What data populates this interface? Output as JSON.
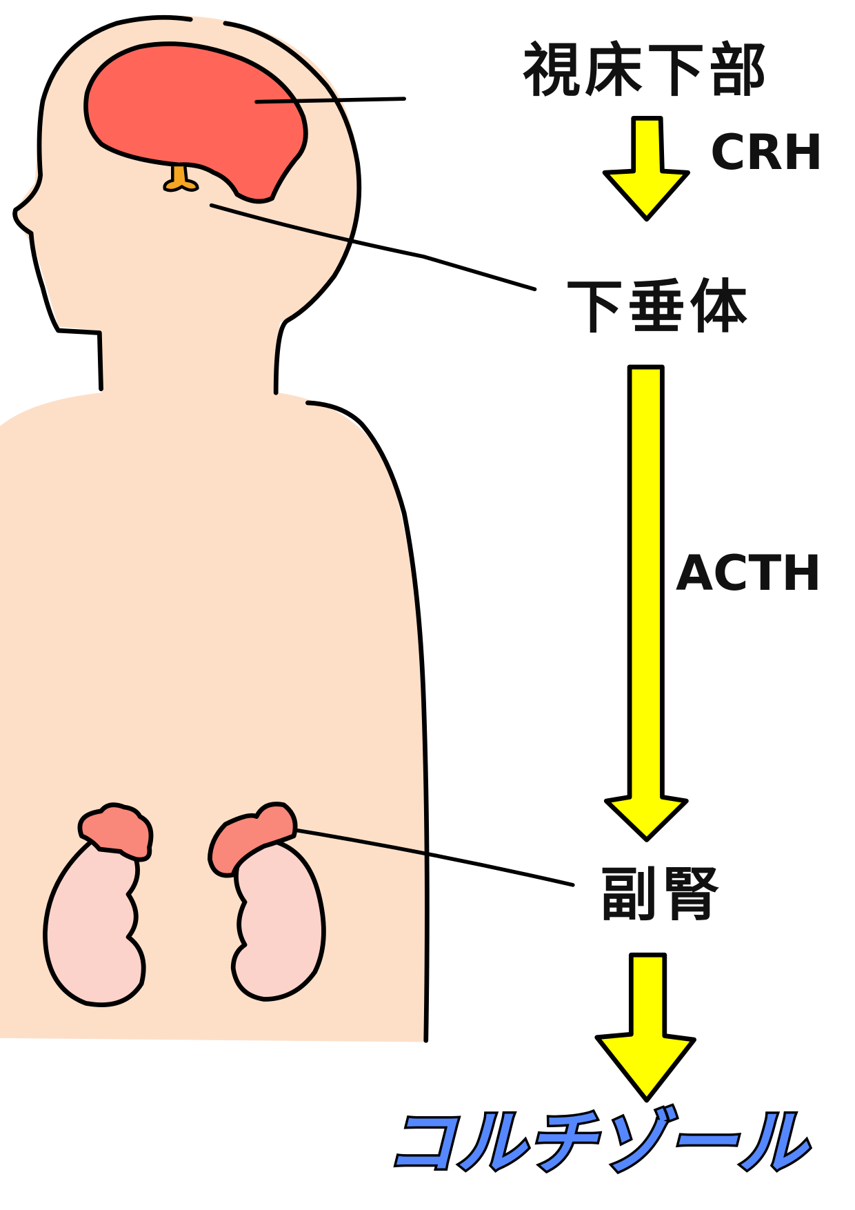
{
  "labels": {
    "hypothalamus": "視床下部",
    "pituitary": "下垂体",
    "adrenal": "副腎",
    "cortisol": "コルチゾール"
  },
  "hormones": {
    "crh": "CRH",
    "acth": "ACTH"
  },
  "colors": {
    "skin": "#fddfc8",
    "brain": "#ff6659",
    "adrenal": "#f9877a",
    "kidney": "#fcd3cb",
    "arrow": "#ffff00",
    "cortisol": "#5588ff",
    "outline": "#000000"
  }
}
